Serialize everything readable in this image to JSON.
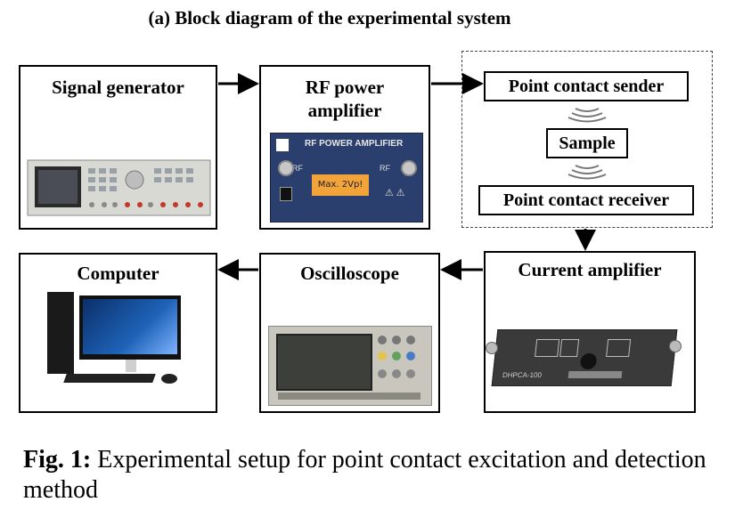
{
  "title": "(a) Block diagram of the experimental system",
  "blocks": {
    "signal_generator": "Signal generator",
    "rf_amp_line1": "RF power",
    "rf_amp_line2": "amplifier",
    "rf_amp_panel_text": "RF POWER AMPLIFIER",
    "rf_amp_note": "Max. 2Vp!",
    "rf_in": "RF",
    "rf_out": "RF",
    "sender": "Point contact sender",
    "sample": "Sample",
    "receiver": "Point contact receiver",
    "current_amplifier": "Current amplifier",
    "current_amp_model": "DHPCA-100",
    "oscilloscope": "Oscilloscope",
    "computer": "Computer"
  },
  "caption": {
    "label": "Fig. 1:",
    "text": " Experimental setup for point contact excitation and detection method"
  },
  "colors": {
    "sig_gen_body": "#d9d9d4",
    "rf_amp_body": "#2b3f6e",
    "oscilloscope_body": "#c9c7bd",
    "current_amp_body": "#3a3a3a",
    "screen_blue": "#1e63b8"
  }
}
